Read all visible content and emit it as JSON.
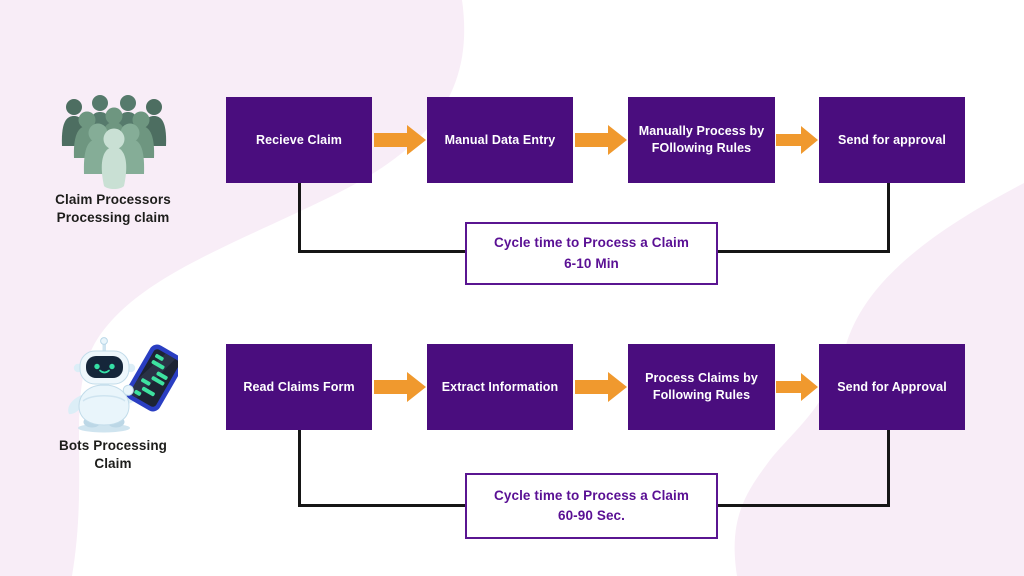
{
  "title": "Claims Processing: Claim Processors vs Bots flow comparison",
  "colors": {
    "background_base": "#ffffff",
    "background_blob_pink": "#f8edf7",
    "step_box_purple": "#4a0d7e",
    "step_box_text": "#ffffff",
    "arrow_orange": "#f0992e",
    "cycle_border_purple": "#5a1591",
    "cycle_text_purple": "#5a1094",
    "connector_black": "#161616",
    "actor_label_text": "#1d1d1b",
    "people_teal_dark": "#4d6e61",
    "people_teal_mid": "#6e9680",
    "people_teal_light": "#c9e0d4",
    "robot_body_blue": "#e9f5fb",
    "robot_face_navy": "#15263a",
    "robot_screen_green": "#3ee2a0",
    "phone_frame_blue": "#2a3ec2"
  },
  "manual_row": {
    "actor_label": "Claim Processors\nProcessing claim",
    "actor_icon": "people-group-icon",
    "steps": [
      {
        "label": "Recieve Claim"
      },
      {
        "label": "Manual Data Entry"
      },
      {
        "label": "Manually Process by\nFOllowing Rules"
      },
      {
        "label": "Send for approval"
      }
    ],
    "cycle_text": "Cycle time to Process a Claim\n6-10 Min"
  },
  "bots_row": {
    "actor_label": "Bots Processing\nClaim",
    "actor_icon": "robot-icon",
    "steps": [
      {
        "label": "Read Claims Form"
      },
      {
        "label": "Extract Information"
      },
      {
        "label": "Process Claims by\nFollowing Rules"
      },
      {
        "label": "Send for Approval"
      }
    ],
    "cycle_text": "Cycle time to Process a Claim\n60-90 Sec."
  }
}
